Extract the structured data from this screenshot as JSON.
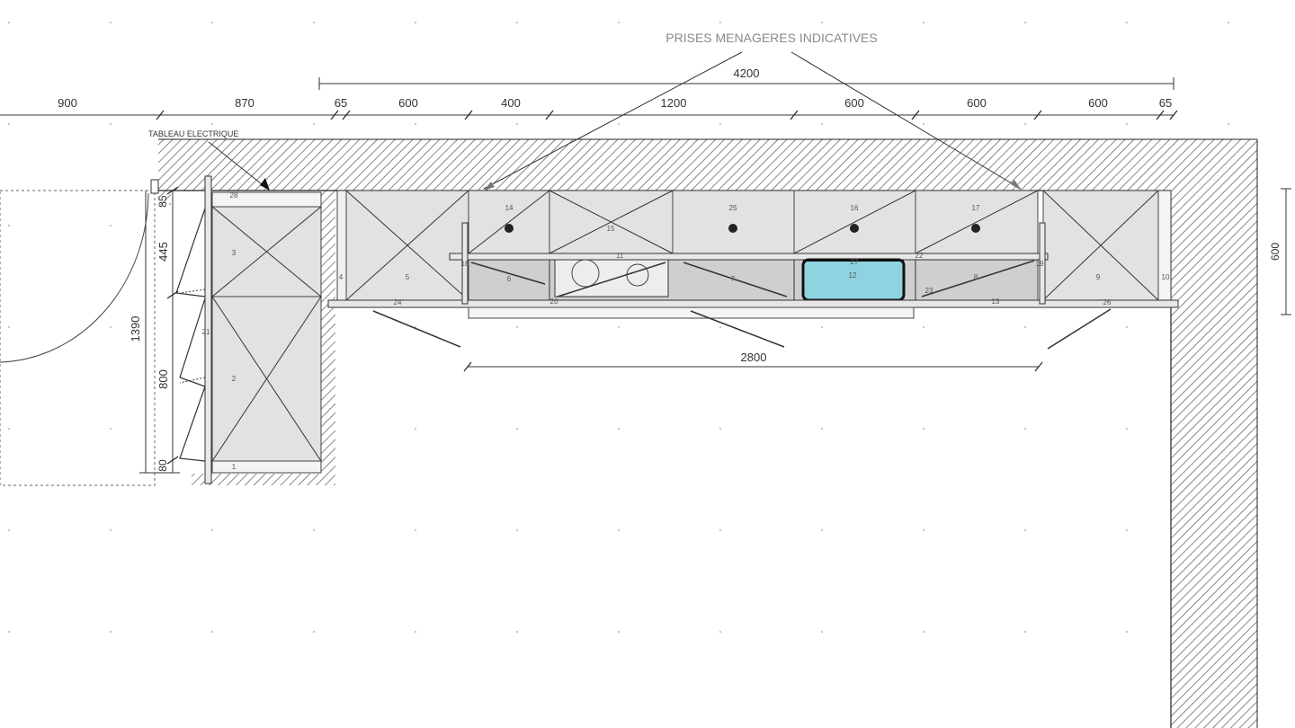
{
  "annotations": {
    "prises": "PRISES MENAGERES INDICATIVES",
    "tableau": "TABLEAU ELECTRIQUE"
  },
  "dimensions": {
    "overall_top": "4200",
    "top_row": [
      "900",
      "870",
      "65",
      "600",
      "400",
      "1200",
      "600",
      "600",
      "600",
      "65"
    ],
    "vertical_left": [
      "85",
      "445",
      "1390",
      "800",
      "80"
    ],
    "depth_right": "600",
    "base_run": "2800"
  },
  "module_numbers": {
    "upper": [
      "14",
      "15",
      "25",
      "16",
      "17"
    ],
    "column": [
      "3",
      "2",
      "1"
    ],
    "misc": [
      "4",
      "5",
      "6",
      "7",
      "8",
      "9",
      "10",
      "11",
      "12",
      "13",
      "18",
      "19",
      "20",
      "21",
      "22",
      "23",
      "24",
      "26",
      "27",
      "28"
    ]
  },
  "colors": {
    "wall_hatch": "#555555",
    "cabinet_fill": "#e2e2e2",
    "worktop_fill": "#cfcfcf",
    "sink_fill": "#8fd3e0",
    "line": "#222222",
    "grid_dot": "#c8c8c8"
  }
}
